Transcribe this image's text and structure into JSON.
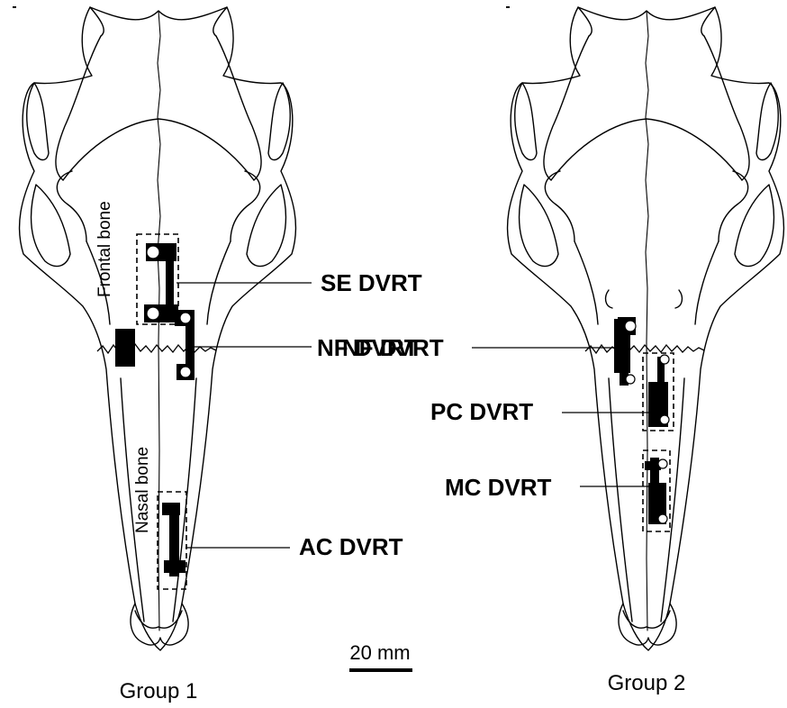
{
  "figure": {
    "groups": [
      {
        "id": "group1",
        "label": "Group 1"
      },
      {
        "id": "group2",
        "label": "Group 2"
      }
    ],
    "bone_labels": {
      "frontal": "Frontal bone",
      "nasal": "Nasal bone"
    },
    "transducers": {
      "se": "SE DVRT",
      "nf_group1": "NF DVRT",
      "ac": "AC DVRT",
      "nf_group2": "NF DVRT",
      "pc": "PC DVRT",
      "mc": "MC DVRT"
    },
    "scale_bar": {
      "label": "20 mm",
      "length_mm": 20
    }
  }
}
